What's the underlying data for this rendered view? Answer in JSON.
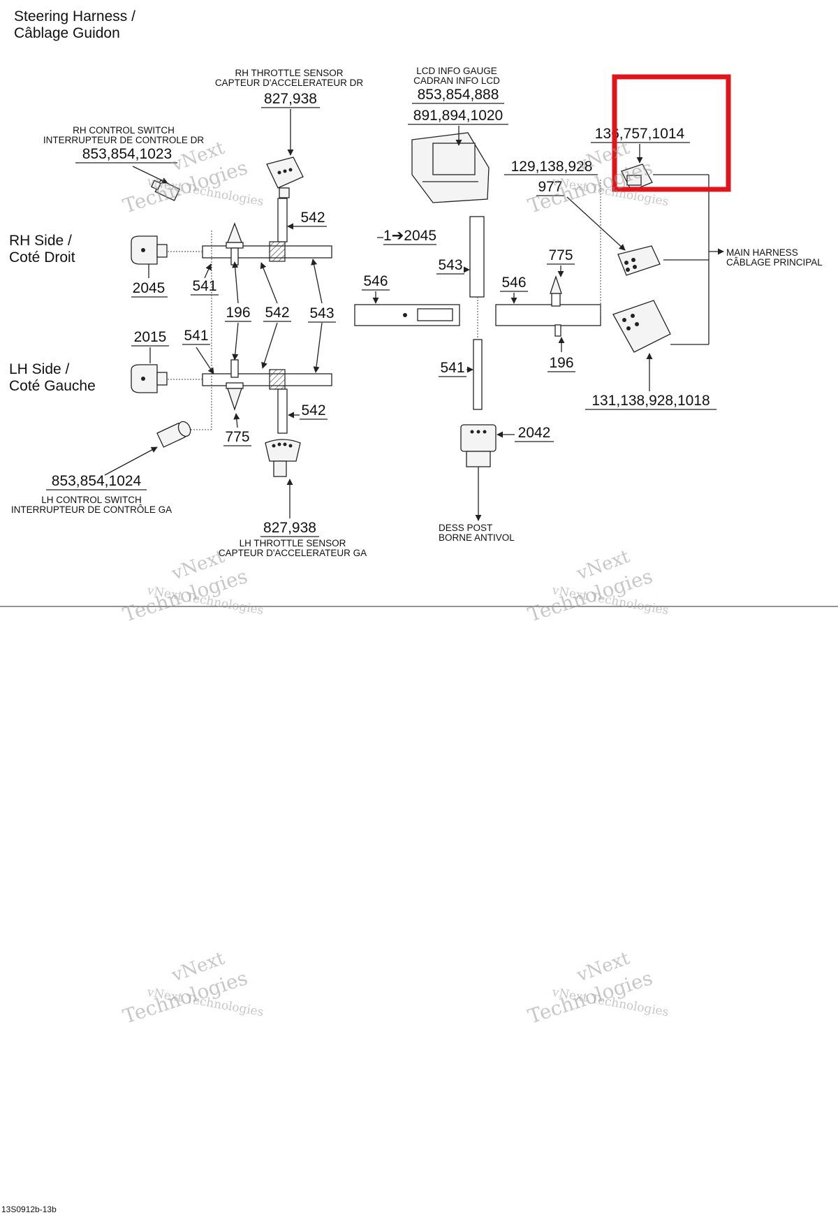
{
  "title": [
    "Steering Harness /",
    "Câblage Guidon"
  ],
  "sides": {
    "rh": [
      "RH Side /",
      "Coté Droit"
    ],
    "lh": [
      "LH Side /",
      "Coté Gauche"
    ]
  },
  "captions": {
    "rh_throttle": [
      "RH THROTTLE SENSOR",
      "CAPTEUR D'ACCELERATEUR DR"
    ],
    "lcd_gauge": [
      "LCD INFO GAUGE",
      "CADRAN INFO LCD"
    ],
    "rh_control": [
      "RH CONTROL SWITCH",
      "INTERRUPTEUR DE CONTROLE DR"
    ],
    "main_harness": [
      "MAIN HARNESS",
      "CÂBLAGE PRINCIPAL"
    ],
    "lh_control": [
      "LH CONTROL SWITCH",
      "INTERRUPTEUR DE CONTRÔLE GA"
    ],
    "lh_throttle": [
      "LH THROTTLE SENSOR",
      "CAPTEUR D'ACCELERATEUR GA"
    ],
    "dess": [
      "DESS POST",
      "BORNE ANTIVOL"
    ]
  },
  "callouts": {
    "rh_throttle_parts": "827,938",
    "lcd_parts_1": "853,854,888",
    "lcd_parts_2": "891,894,1020",
    "rh_control_parts": "853,854,1023",
    "top_right_parts": "136,757,1014",
    "mid_right_parts": "129,138,928",
    "mid_right_parts_2": "977",
    "rh_wire_542": "542",
    "rh_2045": "2045",
    "rh_541": "541",
    "c196_left": "196",
    "c542_mid": "542",
    "c543_left": "543",
    "c1_2045": "1➔2045",
    "c546_left": "546",
    "c543_center": "543",
    "c546_right": "546",
    "c775_right": "775",
    "c2015": "2015",
    "lh_541": "541",
    "c541_center": "541",
    "c196_right": "196",
    "c131": "131,138,928,1018",
    "lh_542": "542",
    "c2042": "2042",
    "c775_left": "775",
    "lh_control_parts": "853,854,1024",
    "lh_throttle_parts": "827,938"
  },
  "watermark": [
    "vNext",
    "vNext Technologies",
    "Technologies"
  ],
  "footer_code": "13S0912b-13b",
  "colors": {
    "highlight": "#e0151b",
    "line": "#222222",
    "watermark": "#9a9a9a"
  }
}
